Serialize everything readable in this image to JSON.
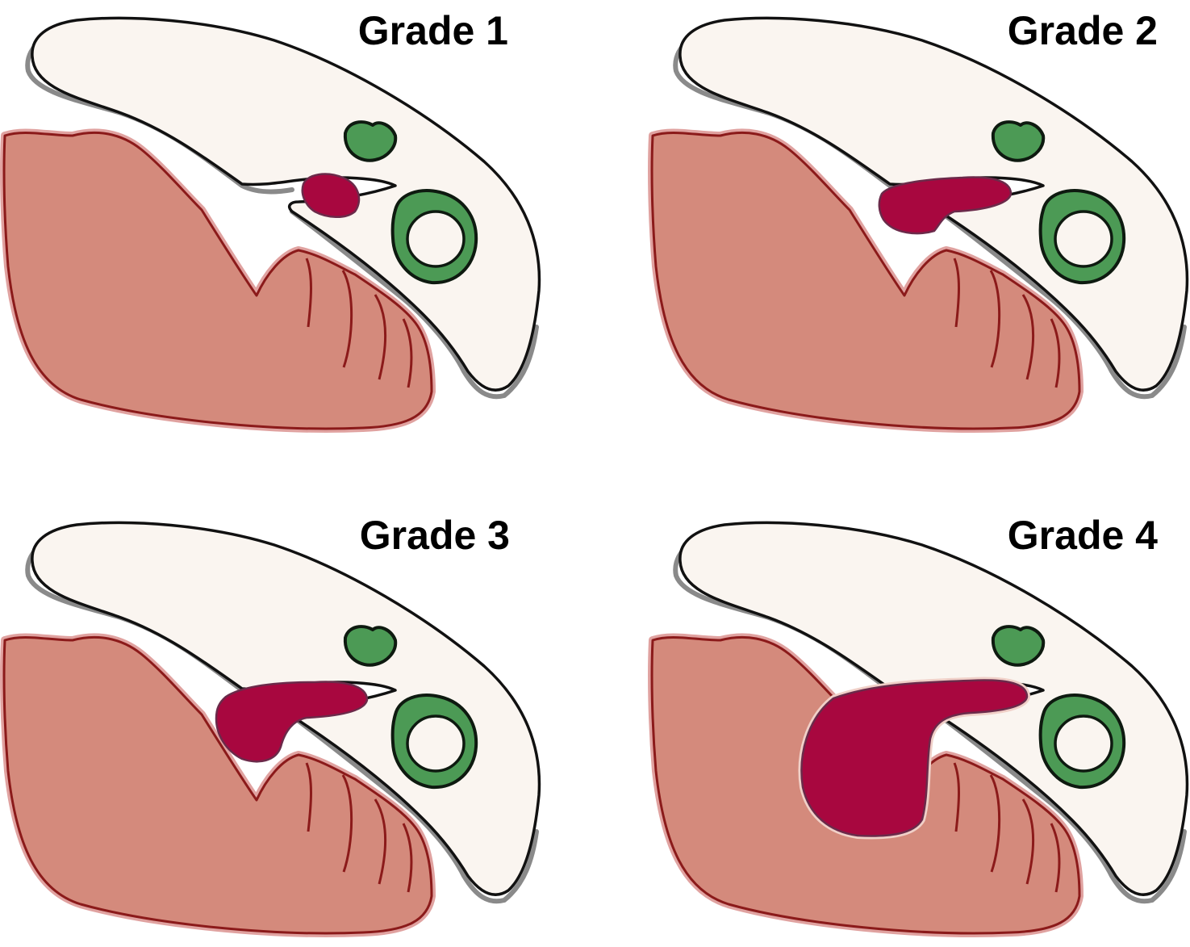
{
  "panels": [
    {
      "label": "Grade 1",
      "grade": 1
    },
    {
      "label": "Grade 2",
      "grade": 2
    },
    {
      "label": "Grade 3",
      "grade": 3
    },
    {
      "label": "Grade 4",
      "grade": 4
    }
  ],
  "colors": {
    "background": "#ffffff",
    "brain": "#faf5f0",
    "brain_outline": "#111111",
    "brain_shadow": "#8a8a8a",
    "tissue_fill": "#d48a7c",
    "tissue_outline": "#8b1a1a",
    "tissue_glow": "#e0a2a0",
    "hemorrhage": "#a8073f",
    "hemorrhage_edge": "#6b2a4a",
    "ventricle_green": "#4c9a55",
    "ventricle_outline": "#0e1a10"
  }
}
